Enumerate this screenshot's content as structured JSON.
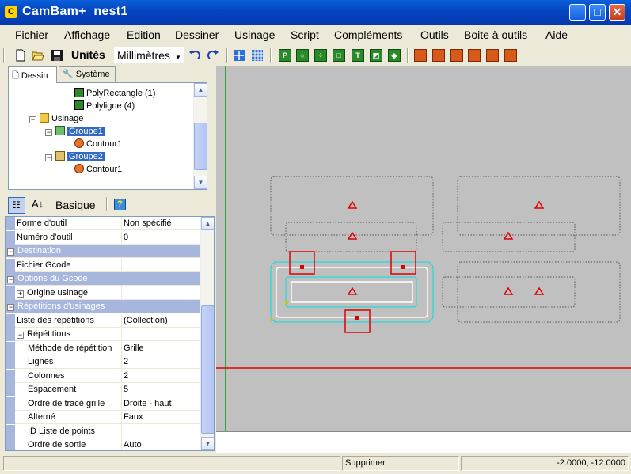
{
  "window": {
    "app_name": "CamBam+",
    "document": "nest1",
    "logo_letter": "C"
  },
  "menu": [
    "Fichier",
    "Affichage",
    "Edition",
    "Dessiner",
    "Usinage",
    "Script",
    "Compléments",
    "Outils",
    "Boite à outils",
    "Aide"
  ],
  "toolbar": {
    "units_label": "Unités",
    "units_value": "Millimètres"
  },
  "tabs": {
    "drawing": "Dessin",
    "system": "Système"
  },
  "tree": [
    {
      "label": "PolyRectangle (1)",
      "icon": "polyrectangle-icon"
    },
    {
      "label": "Polyligne (4)",
      "icon": "polyline-icon"
    },
    {
      "label": "Usinage",
      "icon": "folder-icon"
    },
    {
      "label": "Groupe1",
      "icon": "part-icon"
    },
    {
      "label": "Contour1",
      "icon": "profile-icon"
    },
    {
      "label": "Groupe2",
      "icon": "part-icon"
    },
    {
      "label": "Contour1",
      "icon": "profile-icon"
    }
  ],
  "property_toolbar": {
    "view_mode": "Basique"
  },
  "properties": [
    {
      "name": "Forme d'outil",
      "value": "Non spécifié"
    },
    {
      "name": "Numéro d'outil",
      "value": "0"
    },
    {
      "category": "Destination"
    },
    {
      "name": "Fichier Gcode",
      "value": ""
    },
    {
      "category": "Options du Gcode"
    },
    {
      "name": "Origine usinage",
      "value": "",
      "expander": "+"
    },
    {
      "category": "Répétitions d'usinages"
    },
    {
      "name": "Liste des répétitions",
      "value": "(Collection)"
    },
    {
      "name": "Répétitions",
      "value": "",
      "expander": "−"
    },
    {
      "name": "Méthode de répétition",
      "value": "Grille",
      "indent": true
    },
    {
      "name": "Lignes",
      "value": "2",
      "indent": true
    },
    {
      "name": "Colonnes",
      "value": "2",
      "indent": true
    },
    {
      "name": "Espacement",
      "value": "5",
      "indent": true
    },
    {
      "name": "Ordre de tracé grille",
      "value": "Droite - haut",
      "indent": true
    },
    {
      "name": "Alterné",
      "value": "Faux",
      "indent": true
    },
    {
      "name": "ID Liste de points",
      "value": "",
      "indent": true
    },
    {
      "name": "Ordre de sortie",
      "value": "Auto",
      "indent": true
    }
  ],
  "status": {
    "message": "Supprimer",
    "coords": "-2.0000, -12.0000"
  },
  "colors": {
    "canvas": "#C0C0C0",
    "axis_x": "#E00000",
    "axis_y": "#00A000",
    "selection": "#E00000",
    "toolpath": "#00E0E0",
    "outline": "#FFFFFF",
    "ghost": "#555555"
  }
}
